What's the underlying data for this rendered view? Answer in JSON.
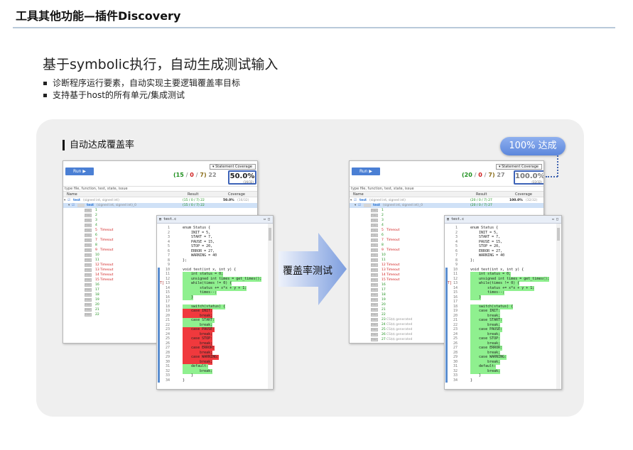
{
  "slide": {
    "title": "工具其他功能—插件Discovery",
    "subtitle": "基于symbolic执行，自动生成测试输入",
    "bullets": [
      "诊断程序运行要素，自动实现主要逻辑覆盖率目标",
      "支持基于host的所有单元/集成测试"
    ],
    "section_label": "自动达成覆盖率",
    "badge": "100% 达成",
    "arrow_label": "覆盖率测试"
  },
  "left": {
    "run": "Run ▶",
    "dropdown": "Statement Coverage",
    "score_a": "(15",
    "score_sep1": " / ",
    "score_b": "0",
    "score_sep2": " / ",
    "score_c": "7)",
    "score_total": " 22",
    "coverage": "50.0%",
    "coverage_sub": "(16/32)",
    "filter": "type file, function, test, state, issue",
    "col_name": "Name",
    "col_result": "Result",
    "col_cov": "Coverage",
    "row1_name": "test",
    "row1_sig": "(signed int, signed int)",
    "row1_res": "(15 / 0 / 7) 22",
    "row1_cov": "50.0%",
    "row1_cov_sub": "(16/32)",
    "row2_name": "test",
    "row2_sig": "(signed int, signed int)_0",
    "row2_res": "(15 / 0 / 7) 22",
    "tab": "test.c"
  },
  "right": {
    "run": "Run ▶",
    "dropdown": "Statement Coverage",
    "score_a": "(20",
    "score_sep1": " / ",
    "score_b": "0",
    "score_sep2": " / ",
    "score_c": "7)",
    "score_total": " 27",
    "coverage": "100.0%",
    "coverage_sub": "(32/32)",
    "filter": "type file, function, test, state, issue",
    "col_name": "Name",
    "col_result": "Result",
    "col_cov": "Coverage",
    "row1_name": "test",
    "row1_sig": "(signed int, signed int)",
    "row1_res": "(20 / 0 / 7) 27",
    "row1_cov": "100.0%",
    "row1_cov_sub": "(32/32)",
    "row2_name": "test",
    "row2_sig": "(signed int, signed int)_0",
    "row2_res": "(20 / 0 / 7) 27",
    "tab": "test.c"
  },
  "case_label": "Case",
  "timeout": "Timeout",
  "cs": "CS$$ generated",
  "code_lines": [
    "enum Status {",
    "    INIT = 5,",
    "    START = 7,",
    "    PAUSE = 15,",
    "    STOP = 20,",
    "    ERROR = 27,",
    "    WARNING = 40",
    "};",
    "",
    "void test(int x, int y) {",
    "    int status = 0;",
    "    unsigned int times = get_times();",
    "    while(times != 0) {",
    "        status += x*x + y + 1;",
    "        times--;",
    "    }",
    "",
    "    switch(status) {",
    "    case INIT:",
    "        break;",
    "    case START:",
    "        break;",
    "    case PAUSE:",
    "        break;",
    "    case STOP:",
    "        break;",
    "    case ERROR:",
    "        break;",
    "    case WARNING:",
    "        break;",
    "    default:",
    "        break;",
    "    }",
    "}"
  ],
  "colors": {
    "green": "#1d8f1d",
    "red": "#d01c1c",
    "amber": "#8a6d1a",
    "accent": "#3d63b8"
  }
}
